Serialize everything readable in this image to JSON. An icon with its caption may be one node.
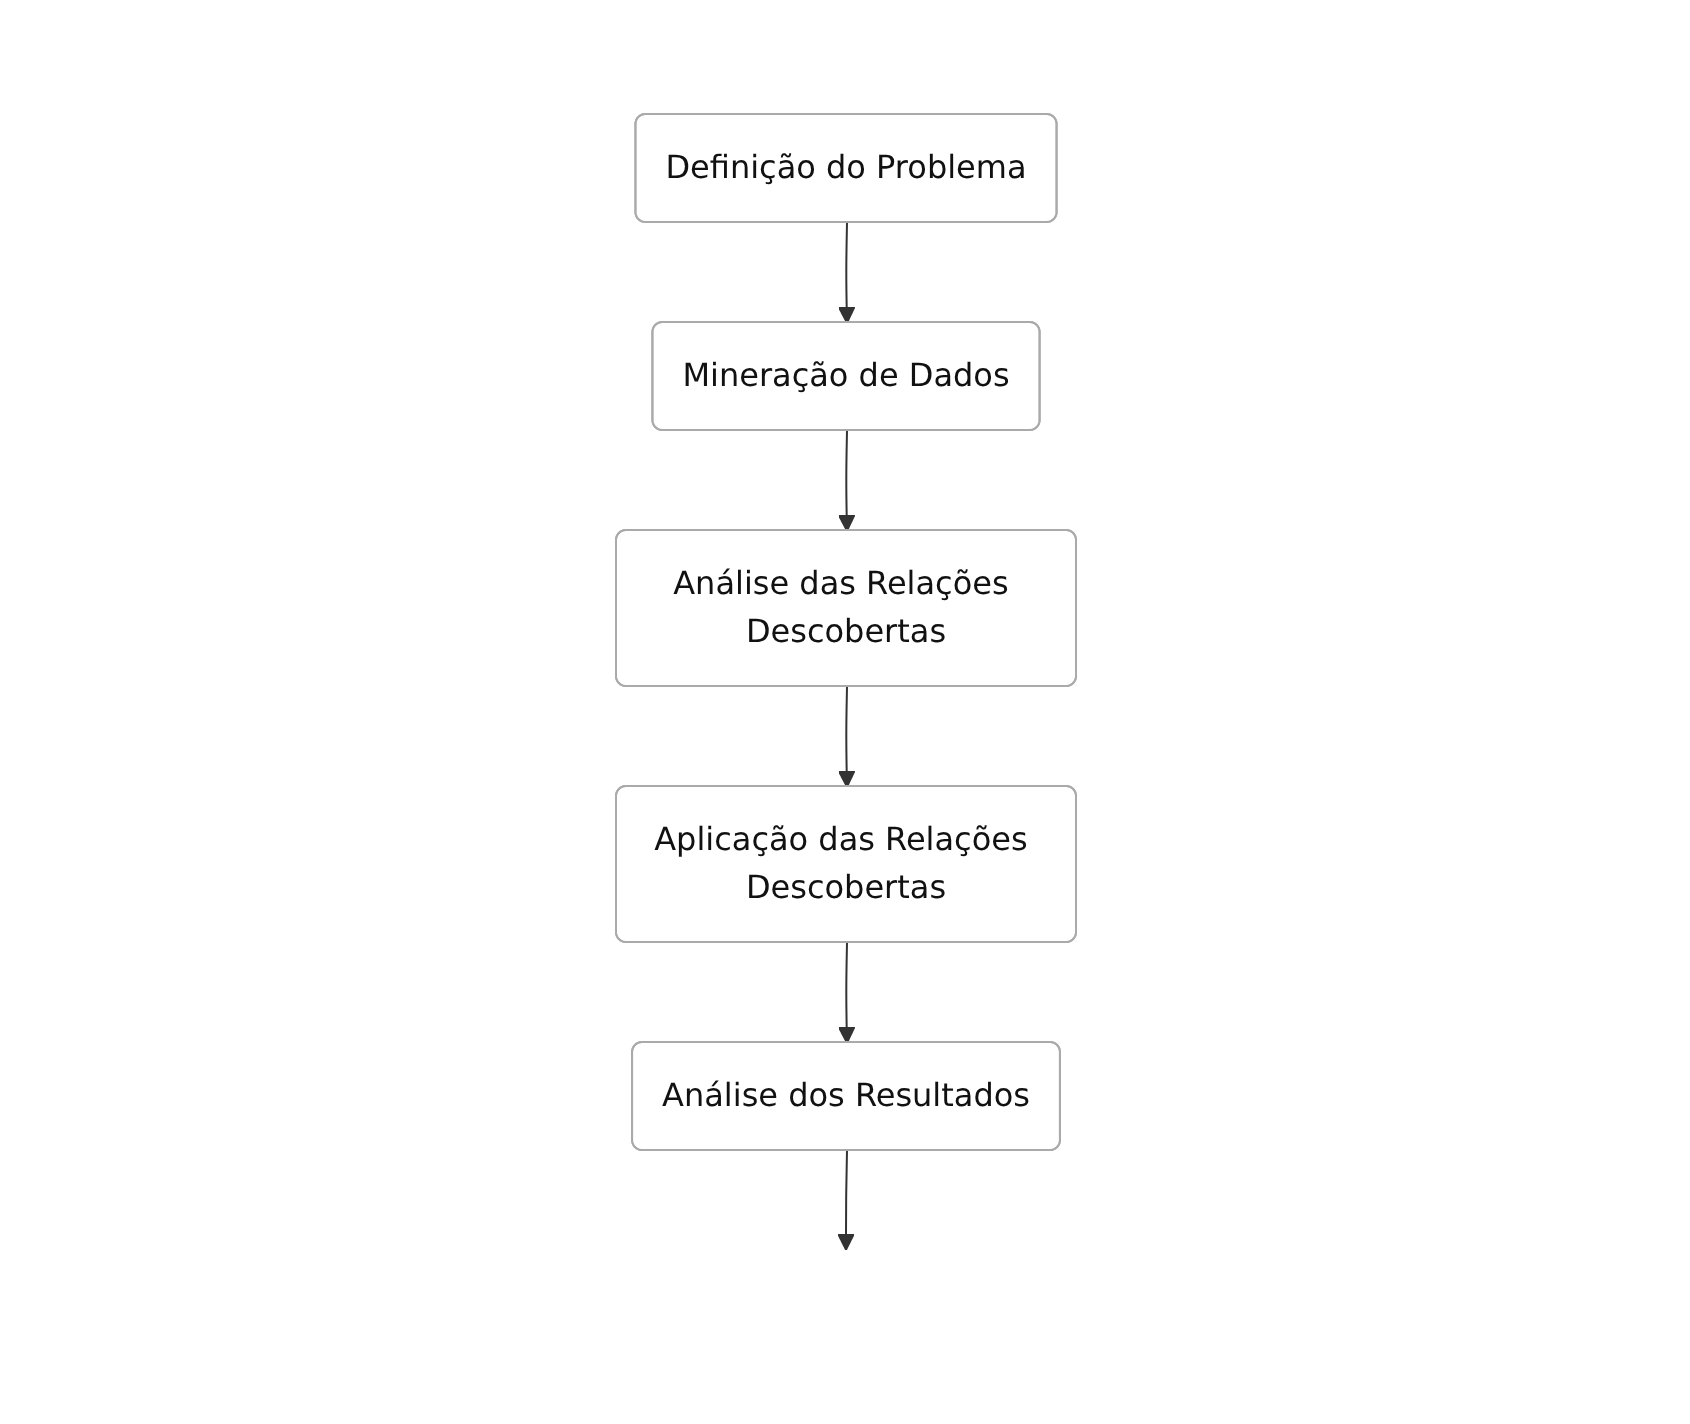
{
  "diagram": {
    "nodes": [
      {
        "text": [
          "Definição do Problema"
        ]
      },
      {
        "text": [
          "Mineração de Dados"
        ]
      },
      {
        "text": [
          "Análise das Relações Descobertas"
        ]
      },
      {
        "text": [
          "Aplicação das Relações Descobertas"
        ]
      },
      {
        "text": [
          "Análise dos Resultados"
        ]
      }
    ],
    "edges": [
      {
        "from": 0,
        "to": 1,
        "arrow": "to"
      },
      {
        "from": 1,
        "to": 2,
        "arrow": "to"
      },
      {
        "from": 2,
        "to": 3,
        "arrow": "to"
      },
      {
        "from": 3,
        "to": 4,
        "arrow": "to"
      },
      {
        "from": 4,
        "to": null,
        "arrow": "to"
      }
    ]
  }
}
